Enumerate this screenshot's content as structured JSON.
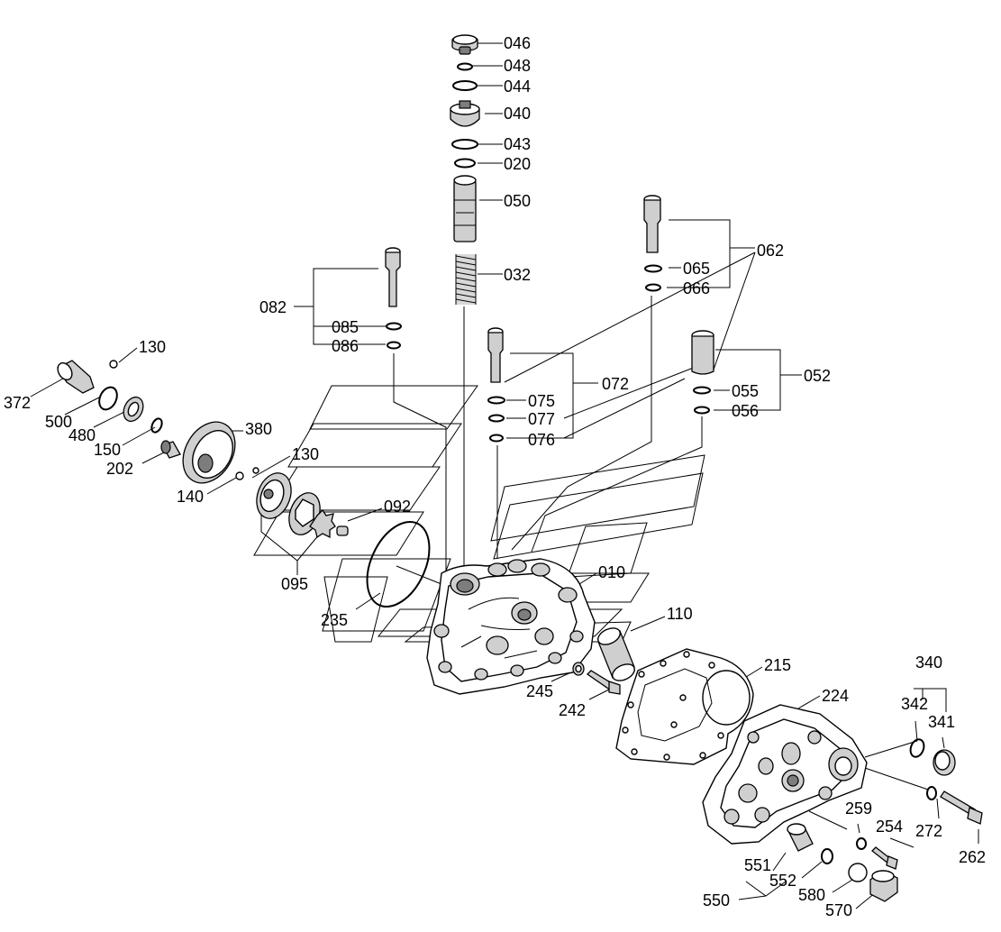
{
  "callouts": {
    "046": "046",
    "048": "048",
    "044": "044",
    "040": "040",
    "043": "043",
    "020": "020",
    "050": "050",
    "032": "032",
    "062": "062",
    "065": "065",
    "066": "066",
    "082": "082",
    "085": "085",
    "086": "086",
    "130a": "130",
    "130b": "130",
    "072": "072",
    "075": "075",
    "077": "077",
    "076": "076",
    "052": "052",
    "055": "055",
    "056": "056",
    "372": "372",
    "500": "500",
    "480": "480",
    "150": "150",
    "380": "380",
    "202": "202",
    "140": "140",
    "092": "092",
    "095": "095",
    "010": "010",
    "235": "235",
    "110": "110",
    "215": "215",
    "245": "245",
    "242": "242",
    "224": "224",
    "340": "340",
    "342": "342",
    "341": "341",
    "259": "259",
    "254": "254",
    "272": "272",
    "262": "262",
    "551": "551",
    "552": "552",
    "550": "550",
    "580": "580",
    "570": "570"
  }
}
